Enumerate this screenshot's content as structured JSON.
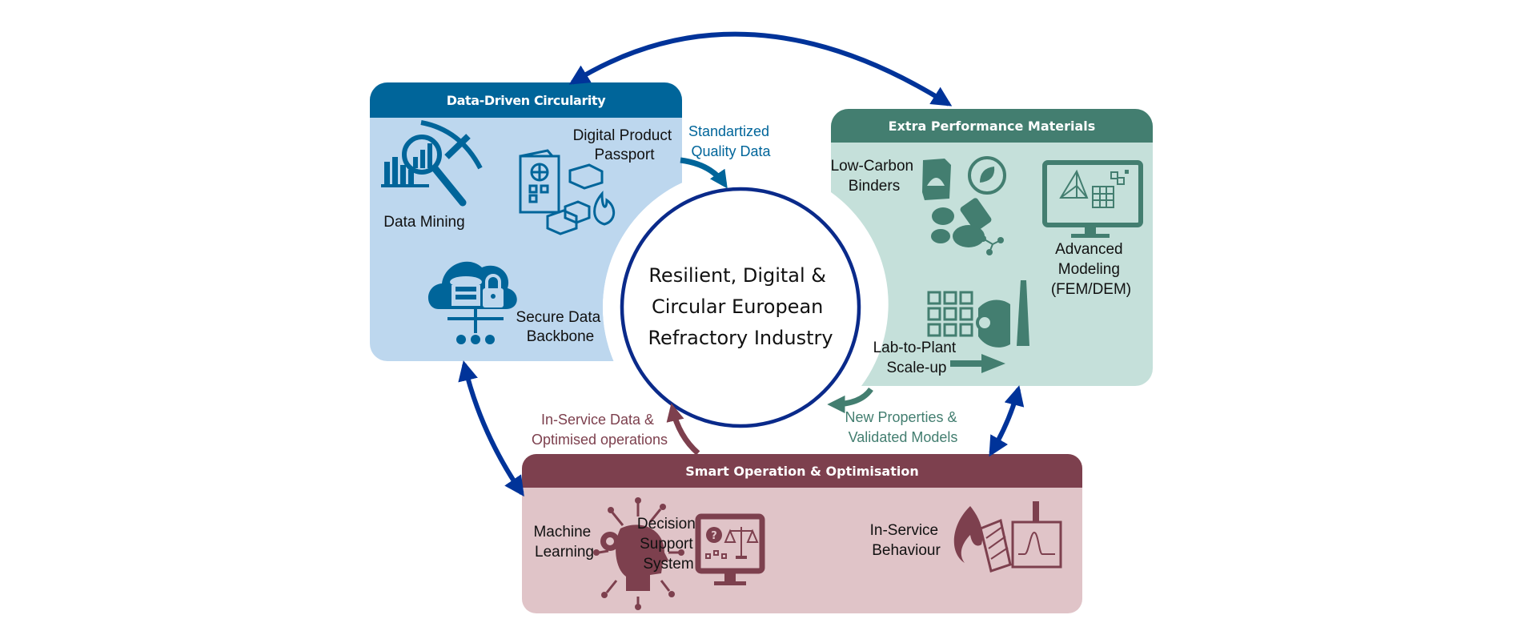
{
  "colors": {
    "blue_header": "#00659A",
    "blue_body": "#BDD7EE",
    "green_header": "#437E70",
    "green_body": "#C5E0DA",
    "red_header": "#7D404E",
    "red_body": "#E0C4C8",
    "cycle_arrow": "#003399",
    "circle_stroke": "#0A2A8A"
  },
  "center": {
    "lines": [
      "Resilient, Digital &",
      "Circular European",
      "Refractory Industry"
    ]
  },
  "panels": {
    "data_driven": {
      "title": "Data-Driven Circularity",
      "items": [
        {
          "label": [
            "Data Mining"
          ],
          "icon": "data-mining-icon"
        },
        {
          "label": [
            "Digital Product",
            "Passport"
          ],
          "icon": "passport-icon"
        },
        {
          "label": [
            "Secure Data",
            "Backbone"
          ],
          "icon": "secure-cloud-database-icon"
        }
      ]
    },
    "extra_performance": {
      "title": "Extra Performance Materials",
      "items": [
        {
          "label": [
            "Low-Carbon",
            "Binders"
          ],
          "icon": "binders-icon"
        },
        {
          "label": [
            "Advanced",
            "Modeling",
            "(FEM/DEM)"
          ],
          "icon": "modeling-monitor-icon"
        },
        {
          "label": [
            "Lab-to-Plant",
            "Scale-up"
          ],
          "icon": "scale-up-icon"
        }
      ]
    },
    "smart_operation": {
      "title": "Smart Operation & Optimisation",
      "items": [
        {
          "label": [
            "Machine",
            "Learning"
          ],
          "icon": "ai-head-icon"
        },
        {
          "label": [
            "Decision",
            "Support",
            "System"
          ],
          "icon": "decision-monitor-icon"
        },
        {
          "label": [
            "In-Service",
            "Behaviour"
          ],
          "icon": "furnace-monitor-icon"
        }
      ]
    }
  },
  "flows": {
    "standardized": [
      "Standartized",
      "Quality Data"
    ],
    "new_properties": [
      "New Properties &",
      "Validated Models"
    ],
    "in_service": [
      "In-Service Data &",
      "Optimised operations"
    ]
  }
}
